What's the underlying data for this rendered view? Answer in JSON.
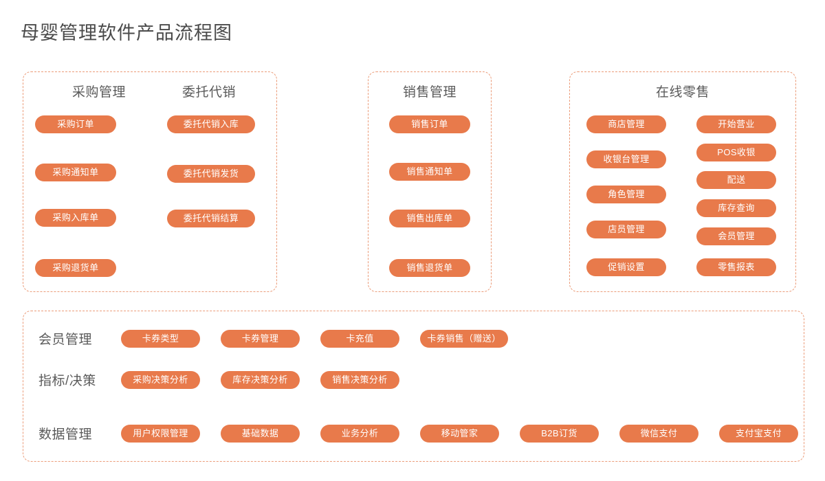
{
  "page": {
    "title": "母婴管理软件产品流程图",
    "accent_color": "#e87a4b",
    "panel_border_color": "#eb9b78",
    "heading_color": "#5a5a5a",
    "background_color": "#ffffff"
  },
  "panels": [
    {
      "name": "purchase-consignment-panel",
      "columns": [
        {
          "heading": "采购管理",
          "items": [
            "采购订单",
            "采购通知单",
            "采购入库单",
            "采购退货单"
          ]
        },
        {
          "heading": "委托代销",
          "items": [
            "委托代销入库",
            "委托代销发货",
            "委托代销结算"
          ]
        }
      ]
    },
    {
      "name": "sales-panel",
      "columns": [
        {
          "heading": "销售管理",
          "items": [
            "销售订单",
            "销售通知单",
            "销售出库单",
            "销售退货单"
          ]
        }
      ]
    },
    {
      "name": "online-retail-panel",
      "heading": "在线零售",
      "columns": [
        {
          "heading": "",
          "items": [
            "商店管理",
            "收银台管理",
            "角色管理",
            "店员管理",
            "促销设置"
          ]
        },
        {
          "heading": "",
          "items": [
            "开始营业",
            "POS收银",
            "配送",
            "库存查询",
            "会员管理",
            "零售报表"
          ]
        }
      ]
    }
  ],
  "bottom_panel": {
    "name": "member-indicator-data-panel",
    "rows": [
      {
        "label": "会员管理",
        "items": [
          "卡券类型",
          "卡券管理",
          "卡充值",
          "卡券销售（赠送）"
        ]
      },
      {
        "label": "指标/决策",
        "items": [
          "采购决策分析",
          "库存决策分析",
          "销售决策分析"
        ]
      },
      {
        "label": "数据管理",
        "items": [
          "用户权限管理",
          "基础数据",
          "业务分析",
          "移动管家",
          "B2B订货",
          "微信支付",
          "支付宝支付"
        ]
      }
    ]
  }
}
